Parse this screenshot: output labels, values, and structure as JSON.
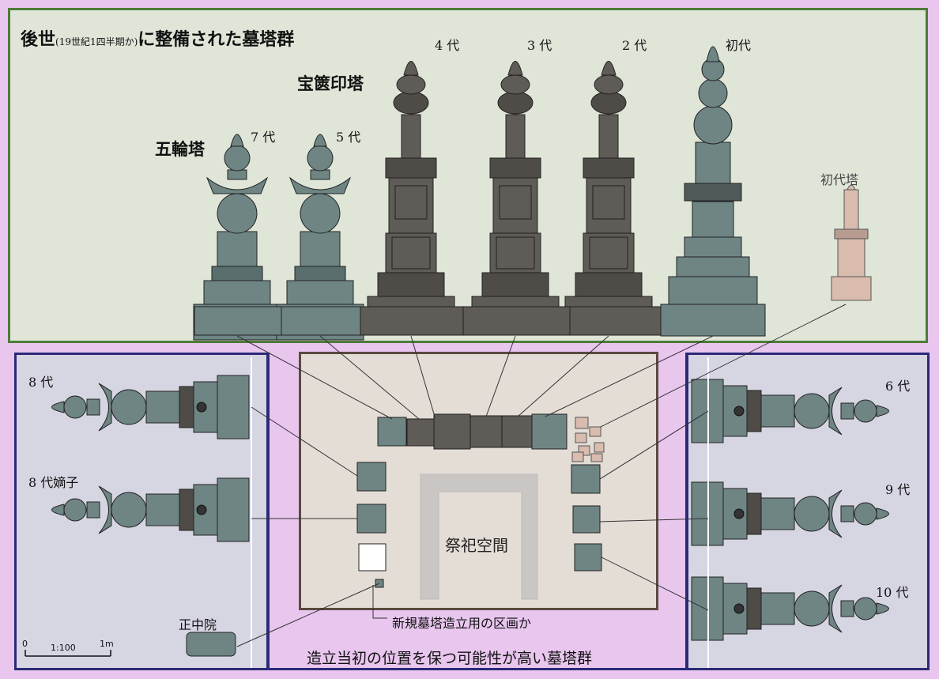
{
  "top_title": {
    "main_before": "後世",
    "note": "(19世紀1四半期か)",
    "main_after": "に整備された墓塔群"
  },
  "types": {
    "gorin": "五輪塔",
    "hokyoin": "宝篋印塔"
  },
  "elevation_labels": {
    "g7": "7 代",
    "g5": "5 代",
    "g4": "4 代",
    "g3": "3 代",
    "g2": "2 代",
    "g1": "初代",
    "shodai_tower": "初代塔"
  },
  "plan_labels": {
    "g8": "8 代",
    "g8_heir": "8 代嫡子",
    "g6": "6 代",
    "g9": "9 代",
    "g10": "10 代",
    "shochuin": "正中院"
  },
  "plaza": "祭祀空間",
  "note": "新規墓塔造立用の区画か",
  "bottom_title": "造立当初の位置を保つ可能性が高い墓塔群",
  "scale": {
    "zero": "0",
    "ratio": "1:100",
    "one": "1m"
  },
  "colors": {
    "top_bg": "#dfe6d8",
    "top_border": "#4f7b39",
    "side_bg": "#d6d5e2",
    "side_border": "#2a2a78",
    "outer_bg": "#e8c6ee",
    "teal": "#6e8584",
    "dark": "#5f5b56",
    "pink": "#d9bcae"
  }
}
